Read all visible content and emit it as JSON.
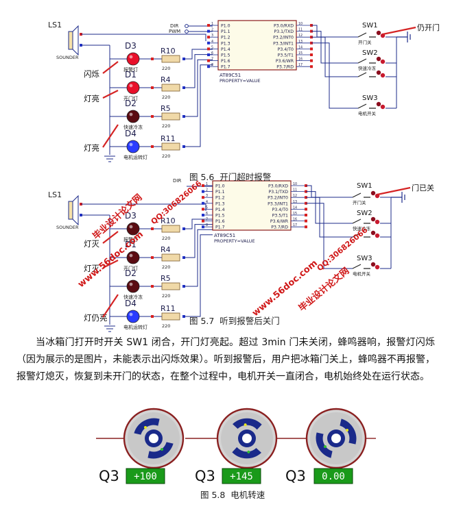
{
  "figure_5_6": {
    "caption": "图 5.6  开门超时报警",
    "speaker_label": "LS1",
    "speaker_sub": "SOUNDER",
    "ic_label": "AT89C51",
    "ic_property": "PROPERTY=VALUE",
    "dir_label": "DIR",
    "pwm_label": "PWM",
    "left_pins": [
      "P1.0",
      "P1.1",
      "P1.2",
      "P1.3",
      "P1.4",
      "P1.5",
      "P1.6",
      "P1.7"
    ],
    "left_pin_nums": [
      "1",
      "2",
      "3",
      "4",
      "5",
      "6",
      "7",
      "8"
    ],
    "right_pins": [
      "P3.0/RXD",
      "P3.1/TXD",
      "P3.2/INT0",
      "P3.3/INT1",
      "P3.4/T0",
      "P3.5/T1",
      "P3.6/WR",
      "P3.7/RD"
    ],
    "right_pin_nums": [
      "10",
      "11",
      "12",
      "13",
      "14",
      "15",
      "16",
      "17"
    ],
    "leds": [
      {
        "id": "D3",
        "label": "报警灯",
        "color": "#e8102a"
      },
      {
        "id": "D1",
        "label": "开门灯",
        "color": "#e8102a"
      },
      {
        "id": "D2",
        "label": "快速冷冻",
        "color": "#5a0c12"
      },
      {
        "id": "D4",
        "label": "电机运转灯",
        "color": "#2a3cff"
      }
    ],
    "resistors": [
      {
        "id": "R10",
        "value": "220"
      },
      {
        "id": "R4",
        "value": "220"
      },
      {
        "id": "R5",
        "value": "220"
      },
      {
        "id": "R11",
        "value": "220"
      }
    ],
    "annotations": [
      "闪烁",
      "灯亮",
      "灯亮",
      "仍开门"
    ],
    "switches": [
      {
        "id": "SW1",
        "label": "开门关"
      },
      {
        "id": "SW2",
        "label": "快速冷冻"
      },
      {
        "id": "SW3",
        "label": "电机开关"
      }
    ]
  },
  "figure_5_7": {
    "caption": "图 5.7  听到报警后关门",
    "speaker_label": "LS1",
    "speaker_sub": "SOUNDER",
    "ic_label": "AT89C51",
    "ic_property": "PROPERTY=VALUE",
    "dir_label": "DIR",
    "left_pins": [
      "P1.0",
      "P1.1",
      "P1.2",
      "P1.3",
      "P1.4",
      "P1.5",
      "P1.6",
      "P1.7"
    ],
    "left_pin_nums": [
      "1",
      "2",
      "3",
      "4",
      "5",
      "6",
      "7",
      "8"
    ],
    "right_pins": [
      "P3.0/RXD",
      "P3.1/TXD",
      "P3.2/INT0",
      "P3.3/INT1",
      "P3.4/T0",
      "P3.5/T1",
      "P3.6/WR",
      "P3.7/RD"
    ],
    "right_pin_nums": [
      "10",
      "11",
      "12",
      "13",
      "14",
      "15",
      "16",
      "17"
    ],
    "leds": [
      {
        "id": "D3",
        "label": "报警灯",
        "color": "#5a0c12"
      },
      {
        "id": "D1",
        "label": "开门灯",
        "color": "#5a0c12"
      },
      {
        "id": "D2",
        "label": "快速冷冻",
        "color": "#5a0c12"
      },
      {
        "id": "D4",
        "label": "电机运转灯",
        "color": "#2a3cff"
      }
    ],
    "resistors": [
      {
        "id": "R10",
        "value": "220"
      },
      {
        "id": "R4",
        "value": "220"
      },
      {
        "id": "R5",
        "value": "220"
      },
      {
        "id": "R11",
        "value": "220"
      }
    ],
    "annotations": [
      "灯灭",
      "灯灭",
      "灯仍亮",
      "门已关"
    ],
    "switches": [
      {
        "id": "SW1",
        "label": "开门关"
      },
      {
        "id": "SW2",
        "label": "快速冷冻"
      },
      {
        "id": "SW3",
        "label": "电机开关"
      }
    ],
    "watermarks": [
      "毕业设计论文网",
      "www.56doc.com",
      "QQ:306826066",
      "毕业设计论文网",
      "www.56doc.com",
      "QQ:306826066"
    ]
  },
  "paragraph": "当冰箱门打开时开关 SW1 闭合，开门灯亮起。超过 3min 门未关闭，蜂鸣器响，报警灯闪烁（因为展示的是图片，未能表示出闪烁效果）。听到报警后，用户把冰箱门关上，蜂鸣器不再报警，报警灯熄灭，恢复到未开门的状态，在整个过程中，电机开关一直闭合，电机始终处在运行状态。",
  "figure_5_8": {
    "caption": "图 5.8  电机转速",
    "motors": [
      {
        "label": "Q3",
        "speed": "+100"
      },
      {
        "label": "Q3",
        "speed": "+145"
      },
      {
        "label": "Q3",
        "speed": "0.00"
      }
    ]
  }
}
